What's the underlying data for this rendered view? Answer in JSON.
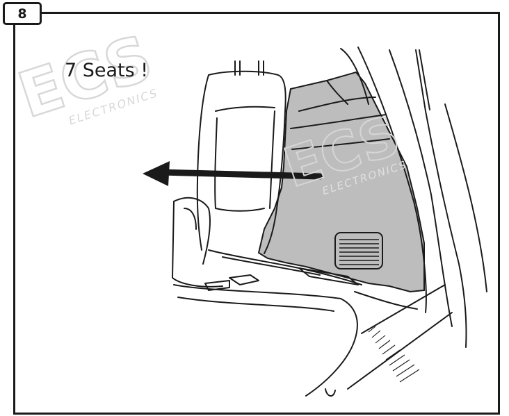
{
  "step": {
    "number": "8"
  },
  "callout": {
    "text": "7 Seats !"
  },
  "watermark": {
    "logo": "ECS",
    "sub": "ELECTRONICS"
  },
  "colors": {
    "line": "#1a1a1a",
    "panel_fill": "#bdbdbd",
    "watermark": "#d6d6d6",
    "background": "#ffffff"
  },
  "icons": [
    "direction-arrow",
    "vent-grille",
    "tie-down-hook"
  ]
}
